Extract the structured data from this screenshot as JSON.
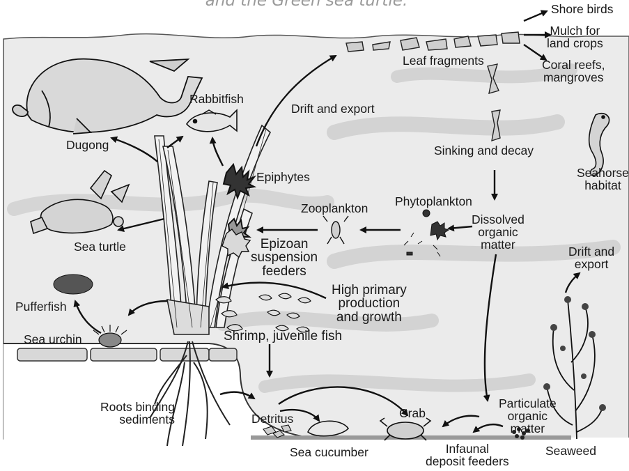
{
  "title": "and the Green sea turtle.",
  "labels": {
    "shore_birds": "Shore birds",
    "mulch": "Mulch for\nland crops",
    "leaf_fragments": "Leaf fragments",
    "coral_reefs": "Coral reefs,\nmangroves",
    "rabbitfish": "Rabbitfish",
    "drift_export_top": "Drift and export",
    "dugong": "Dugong",
    "sinking_decay": "Sinking and decay",
    "seahorse": "Seahorse\nhabitat",
    "epiphytes": "Epiphytes",
    "zooplankton": "Zooplankton",
    "phytoplankton": "Phytoplankton",
    "dissolved": "Dissolved\norganic\nmatter",
    "sea_turtle": "Sea turtle",
    "epizoan": "Epizoan\nsuspension\nfeeders",
    "drift_export_right": "Drift and\nexport",
    "high_primary": "High primary\nproduction\nand growth",
    "pufferfish": "Pufferfish",
    "sea_urchin": "Sea urchin",
    "shrimp": "Shrimp, juvenile fish",
    "roots": "Roots binding\nsediments",
    "detritus": "Detritus",
    "crab": "Crab",
    "particulate": "Particulate\norganic\nmatter",
    "sea_cucumber": "Sea cucumber",
    "infaunal": "Infaunal\ndeposit feeders",
    "seaweed": "Seaweed"
  }
}
